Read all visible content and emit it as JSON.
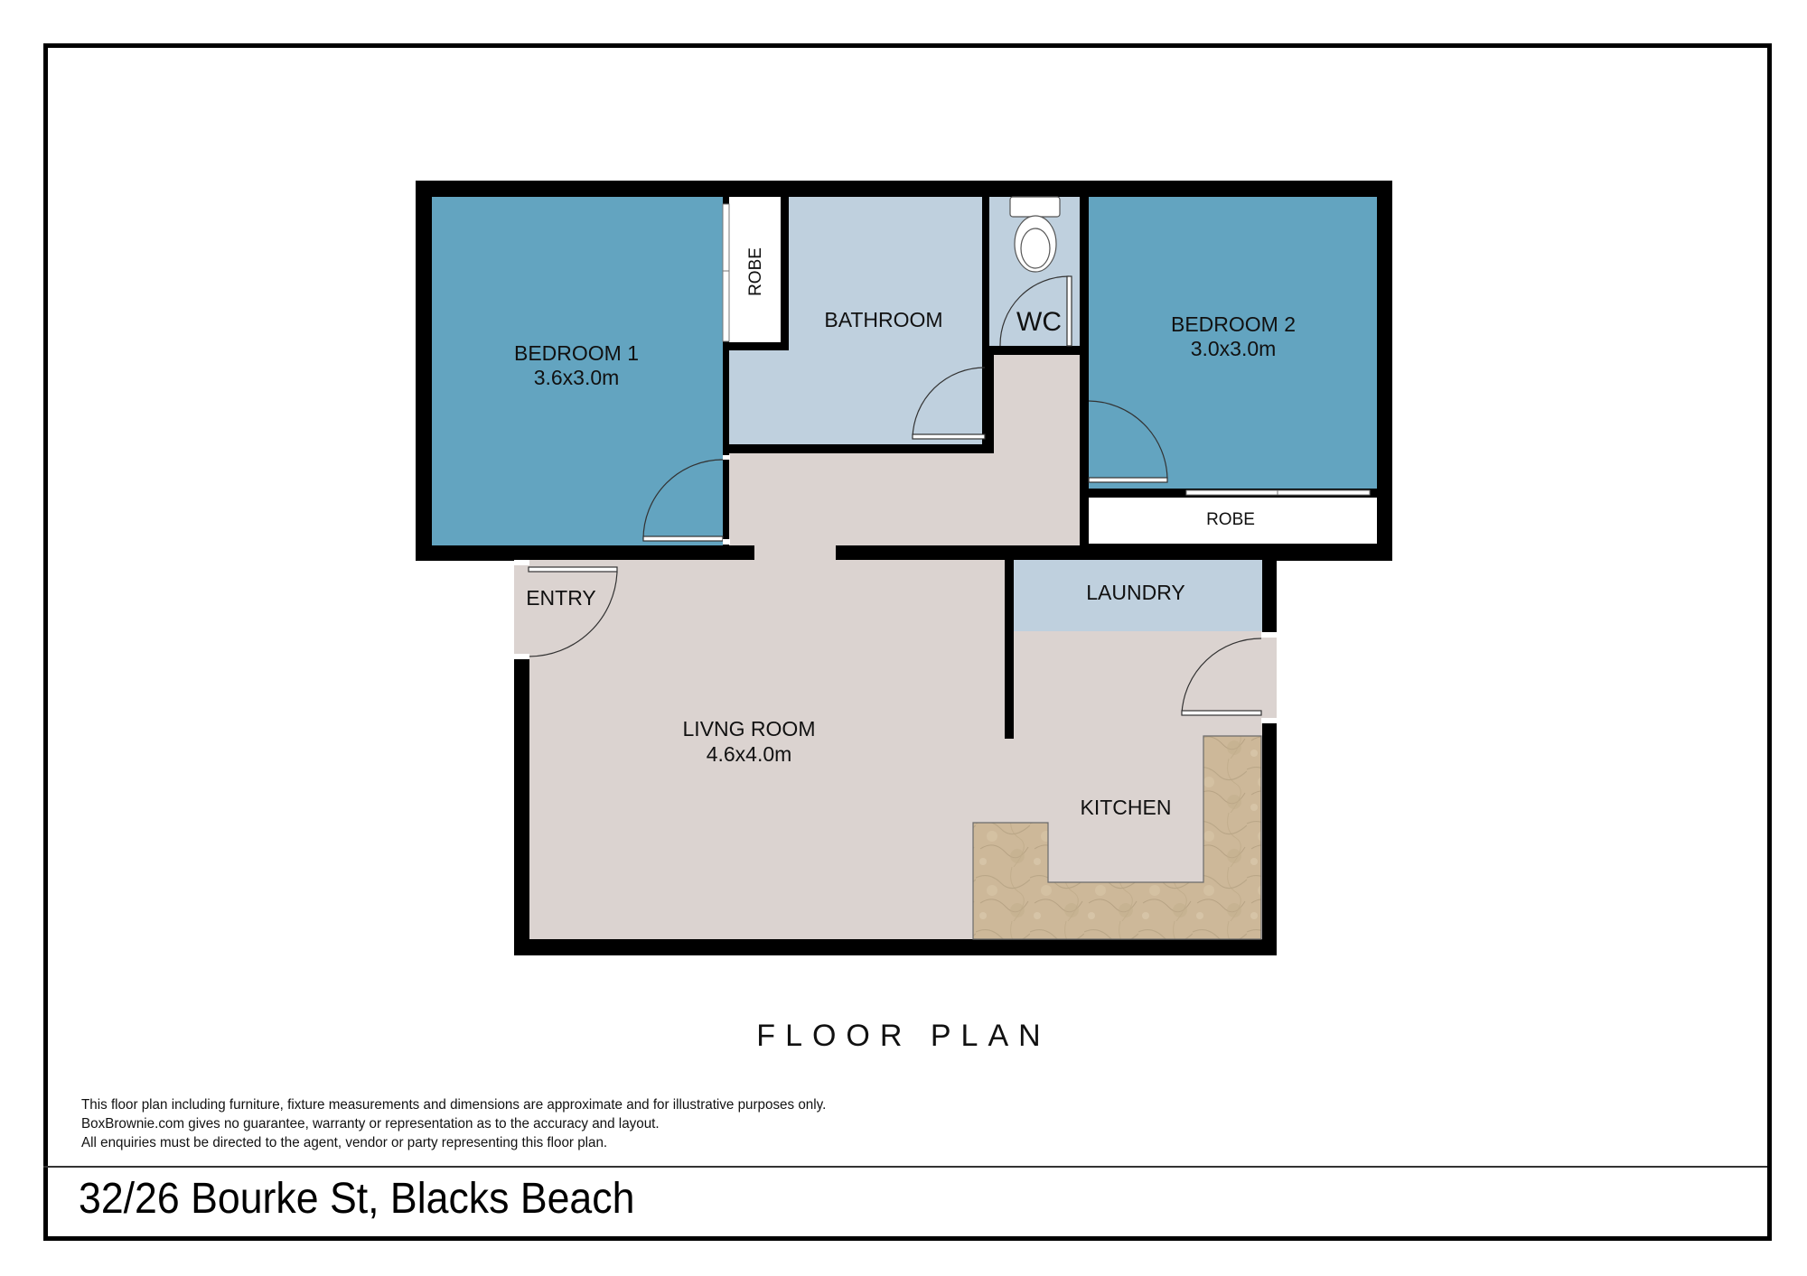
{
  "page": {
    "title": "FLOOR PLAN",
    "address": "32/26 Bourke St, Blacks Beach",
    "disclaimer": [
      "This floor plan including furniture, fixture measurements and dimensions are approximate and for illustrative purposes only.",
      " BoxBrownie.com gives no guarantee, warranty or representation as to the accuracy and layout.",
      "All enquiries must be directed to the agent, vendor or party representing this floor plan."
    ]
  },
  "rooms": {
    "bedroom1": {
      "name": "BEDROOM 1",
      "dims": "3.6x3.0m"
    },
    "robe1": {
      "name": "ROBE"
    },
    "bathroom": {
      "name": "BATHROOM"
    },
    "wc": {
      "name": "WC"
    },
    "bedroom2": {
      "name": "BEDROOM 2",
      "dims": "3.0x3.0m"
    },
    "robe2": {
      "name": "ROBE"
    },
    "entry": {
      "name": "ENTRY"
    },
    "laundry": {
      "name": "LAUNDRY"
    },
    "living": {
      "name": "LIVNG ROOM",
      "dims": "4.6x4.0m"
    },
    "kitchen": {
      "name": "KITCHEN"
    }
  },
  "colors": {
    "bedroom": "#63a4c0",
    "wet_area": "#bfd0de",
    "living": "#dbd3d0",
    "robe": "#ffffff",
    "wall": "#000000",
    "counter": "#cdb899"
  }
}
